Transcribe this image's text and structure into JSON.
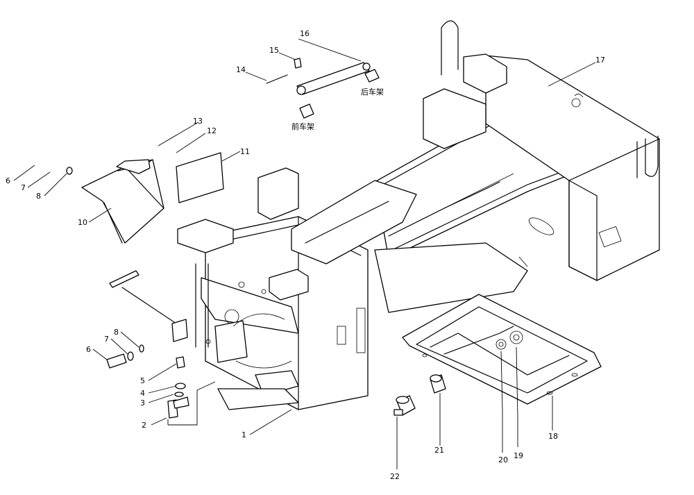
{
  "diagram": {
    "callouts": [
      "1",
      "2",
      "3",
      "4",
      "5",
      "6",
      "7",
      "8",
      "6",
      "7",
      "8",
      "10",
      "11",
      "12",
      "13",
      "14",
      "15",
      "16",
      "17",
      "18",
      "19",
      "20",
      "21",
      "22"
    ],
    "labels": {
      "rear_frame": "后车架",
      "front_frame": "前车架"
    }
  }
}
